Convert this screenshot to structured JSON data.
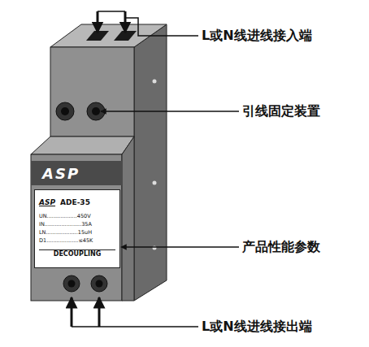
{
  "diagram": {
    "nodes": [
      {
        "text": [
          "ASP",
          "ADE-35",
          "UN..................450V",
          "IN......................35A",
          "LN...................15uH",
          "D1...................≤45K",
          "DECOUPLING"
        ]
      }
    ],
    "labels": [
      "L或N线进线接入端",
      "引线固定装置",
      "产品性能参数",
      "L或N线进线接出端",
      "ASP"
    ]
  }
}
